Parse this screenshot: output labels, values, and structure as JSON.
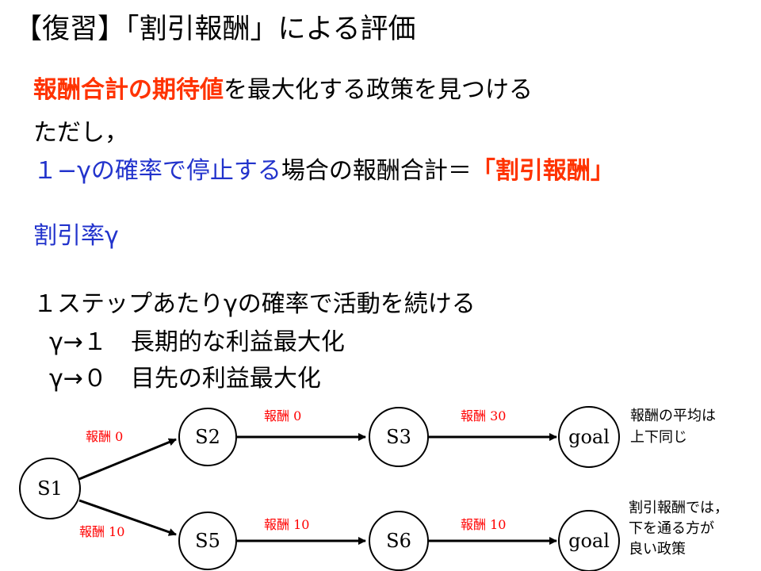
{
  "title": "【復習】「割引報酬」による評価",
  "line1": {
    "highlight": "報酬合計の期待値",
    "rest": "を最大化する政策を見つける"
  },
  "line2": "ただし，",
  "line3": {
    "blue": "１−γの確率で停止する",
    "mid": "場合の報酬合計＝",
    "red": "「割引報酬」"
  },
  "line4": "割引率γ",
  "line5": "１ステップあたりγの確率で活動を続ける",
  "line6": {
    "lhs": "γ→１",
    "rhs": "長期的な利益最大化"
  },
  "line7": {
    "lhs": "γ→０",
    "rhs": "目先の利益最大化"
  },
  "colors": {
    "highlight_red": "#ff3300",
    "blue": "#2233cc",
    "edge_label_red": "#ff0000"
  },
  "diagram": {
    "nodes": {
      "s1": "S1",
      "s2": "S2",
      "s3": "S3",
      "goal_top": "goal",
      "s5": "S5",
      "s6": "S6",
      "goal_bottom": "goal"
    },
    "edges": {
      "s1_s2": "報酬 0",
      "s2_s3": "報酬 0",
      "s3_goal": "報酬 30",
      "s1_s5": "報酬 10",
      "s5_s6": "報酬 10",
      "s6_goal": "報酬 10"
    },
    "note_top": [
      "報酬の平均は",
      "上下同じ"
    ],
    "note_bottom": [
      "割引報酬では，",
      "下を通る方が",
      "良い政策"
    ]
  }
}
